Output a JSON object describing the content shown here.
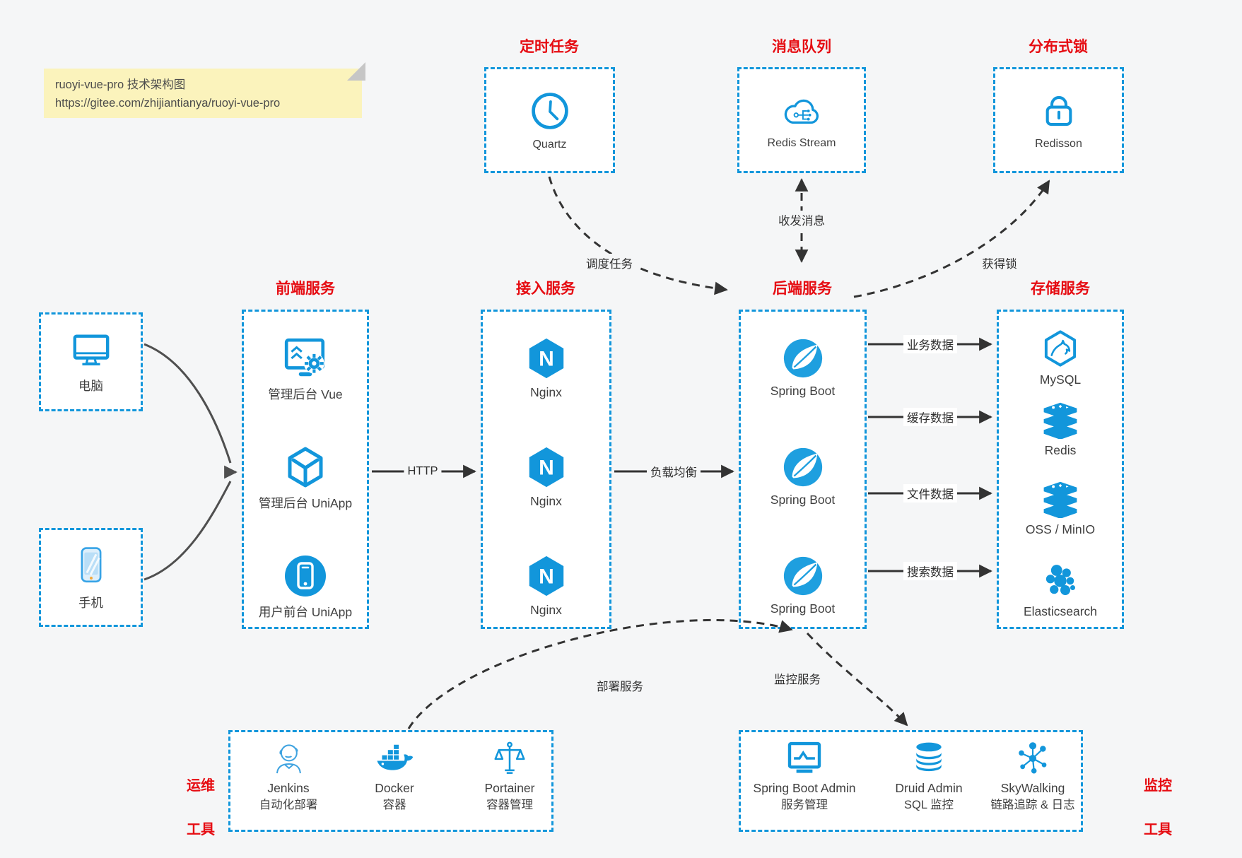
{
  "note": {
    "line1": "ruoyi-vue-pro 技术架构图",
    "line2": "https://gitee.com/zhijiantianya/ruoyi-vue-pro"
  },
  "groups": {
    "scheduled_job": {
      "title": "定时任务",
      "item": {
        "label": "Quartz",
        "icon": "clock-icon"
      }
    },
    "message_queue": {
      "title": "消息队列",
      "item": {
        "label": "Redis Stream",
        "icon": "cloud-network-icon"
      }
    },
    "distributed_lock": {
      "title": "分布式锁",
      "item": {
        "label": "Redisson",
        "icon": "lock-icon"
      }
    },
    "clients": {
      "computer": {
        "label": "电脑",
        "icon": "desktop-icon"
      },
      "phone": {
        "label": "手机",
        "icon": "smartphone-icon"
      }
    },
    "frontend": {
      "title": "前端服务",
      "items": [
        {
          "label": "管理后台 Vue",
          "icon": "admin-vue-icon"
        },
        {
          "label": "管理后台 UniApp",
          "icon": "uniapp-cube-icon"
        },
        {
          "label": "用户前台 UniApp",
          "icon": "mobile-app-icon"
        }
      ]
    },
    "gateway": {
      "title": "接入服务",
      "items": [
        {
          "label": "Nginx",
          "icon": "nginx-icon"
        },
        {
          "label": "Nginx",
          "icon": "nginx-icon"
        },
        {
          "label": "Nginx",
          "icon": "nginx-icon"
        }
      ]
    },
    "backend": {
      "title": "后端服务",
      "items": [
        {
          "label": "Spring Boot",
          "icon": "spring-boot-icon"
        },
        {
          "label": "Spring Boot",
          "icon": "spring-boot-icon"
        },
        {
          "label": "Spring Boot",
          "icon": "spring-boot-icon"
        }
      ]
    },
    "storage": {
      "title": "存储服务",
      "items": [
        {
          "label": "MySQL",
          "icon": "mysql-icon"
        },
        {
          "label": "Redis",
          "icon": "redis-stack-icon"
        },
        {
          "label": "OSS / MinIO",
          "icon": "storage-stack-icon"
        },
        {
          "label": "Elasticsearch",
          "icon": "elasticsearch-icon"
        }
      ]
    },
    "ops_tools": {
      "title_line1": "运维",
      "title_line2": "工具",
      "items": [
        {
          "name": "Jenkins",
          "desc": "自动化部署",
          "icon": "jenkins-icon"
        },
        {
          "name": "Docker",
          "desc": "容器",
          "icon": "docker-icon"
        },
        {
          "name": "Portainer",
          "desc": "容器管理",
          "icon": "portainer-icon"
        }
      ]
    },
    "monitor_tools": {
      "title_line1": "监控",
      "title_line2": "工具",
      "items": [
        {
          "name": "Spring Boot Admin",
          "desc": "服务管理",
          "icon": "spring-boot-admin-icon"
        },
        {
          "name": "Druid Admin",
          "desc": "SQL 监控",
          "icon": "druid-icon"
        },
        {
          "name": "SkyWalking",
          "desc": "链路追踪 & 日志",
          "icon": "skywalking-icon"
        }
      ]
    }
  },
  "edges": {
    "http": "HTTP",
    "load_balance": "负载均衡",
    "schedule": "调度任务",
    "messages": "收发消息",
    "acquire_lock": "获得锁",
    "business_data": "业务数据",
    "cache_data": "缓存数据",
    "file_data": "文件数据",
    "search_data": "搜索数据",
    "deploy": "部署服务",
    "monitoring": "监控服务"
  },
  "colors": {
    "accent_blue": "#1296db",
    "title_red": "#e60c12",
    "note_bg": "#fbf3bc",
    "line_dark": "#333333",
    "line_gray": "#555555",
    "canvas_bg": "#f5f6f7"
  }
}
